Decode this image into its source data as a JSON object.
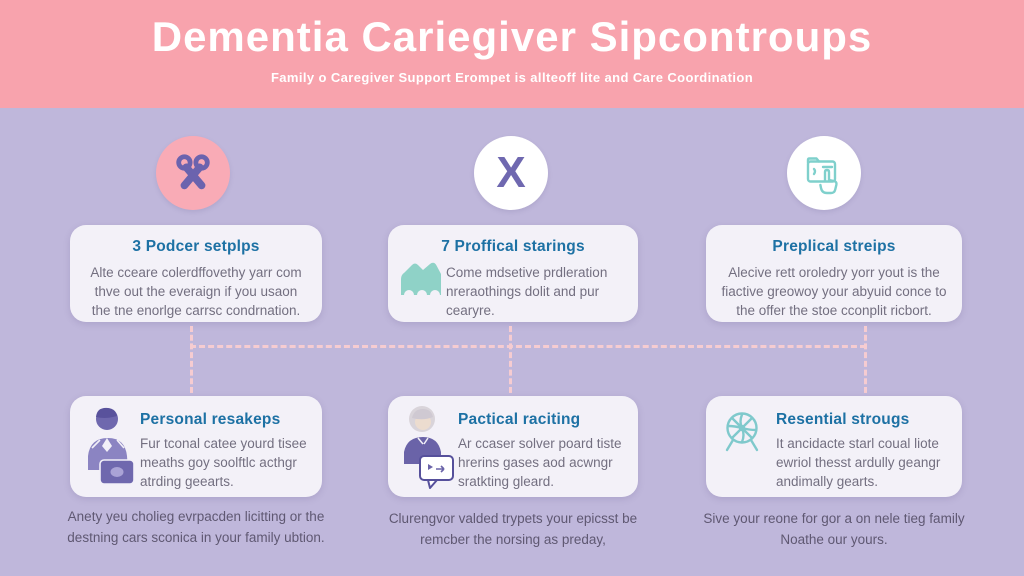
{
  "header": {
    "title": "Dementia Cariegiver Sipcontroups",
    "subtitle": "Family o Caregiver Support Erompet is allteoff lite and Care Coordination"
  },
  "badges": {
    "x_glyph": "X",
    "icons": [
      "scissors-icon",
      "x-icon",
      "folder-click-icon"
    ]
  },
  "columns": [
    {
      "top_card": {
        "title": "3 Podcer setplps",
        "body": "Alte cceare colerdffovethy yarr com thve out the everaign if you usaon the tne enorlge carrsc condrnation."
      },
      "bottom_card": {
        "icon": "caregiver-at-laptop-icon",
        "title": "Personal resakeps",
        "body": "Fur tconal catee yourd tisee meaths goy soolftlc acthgr atrding geearts."
      },
      "caption": "Anety yeu cholieg evrpacden licitting or the destning cars sconica in your family ubtion."
    },
    {
      "top_card": {
        "icon": "teal-landmark-icon",
        "title": "7 Proffical starings",
        "body": "Come mdsetive prdleration nreraothings dolit and pur cearyre."
      },
      "bottom_card": {
        "icon": "elder-speech-bubble-icon",
        "title": "Pactical raciting",
        "body": "Ar ccaser solver poard tiste hrerins gases aod acwngr sratkting gleard."
      },
      "caption": "Clurengvor valded trypets your epicsst be remcber the norsing as preday,"
    },
    {
      "top_card": {
        "title": "Preplical streips",
        "body": "Alecive rett oroledry yorr yout is the fiactive greowoy your abyuid conce to the offer the stoe cconplit ricbort."
      },
      "bottom_card": {
        "icon": "spoked-wheel-icon",
        "title": "Resential strougs",
        "body": "It ancidacte starl coual liote ewriol thesst ardully geangr andimally gearts."
      },
      "caption": "Sive your reone for gor a on nele tieg family Noathe our yours."
    }
  ],
  "colors": {
    "header_bg": "#f8a3ad",
    "page_bg": "#bfb7db",
    "card_bg": "#f3f1f8",
    "card_title": "#1d71a4",
    "card_body_text": "#736f80",
    "caption_text": "#5f5872",
    "dash_pink": "#f6ccd1",
    "icon_purple": "#6b63ae",
    "icon_teal_stroke": "#7fd0cc",
    "icon_teal_fill": "#8fd2c7",
    "badge_pink": "#f9abb6"
  }
}
